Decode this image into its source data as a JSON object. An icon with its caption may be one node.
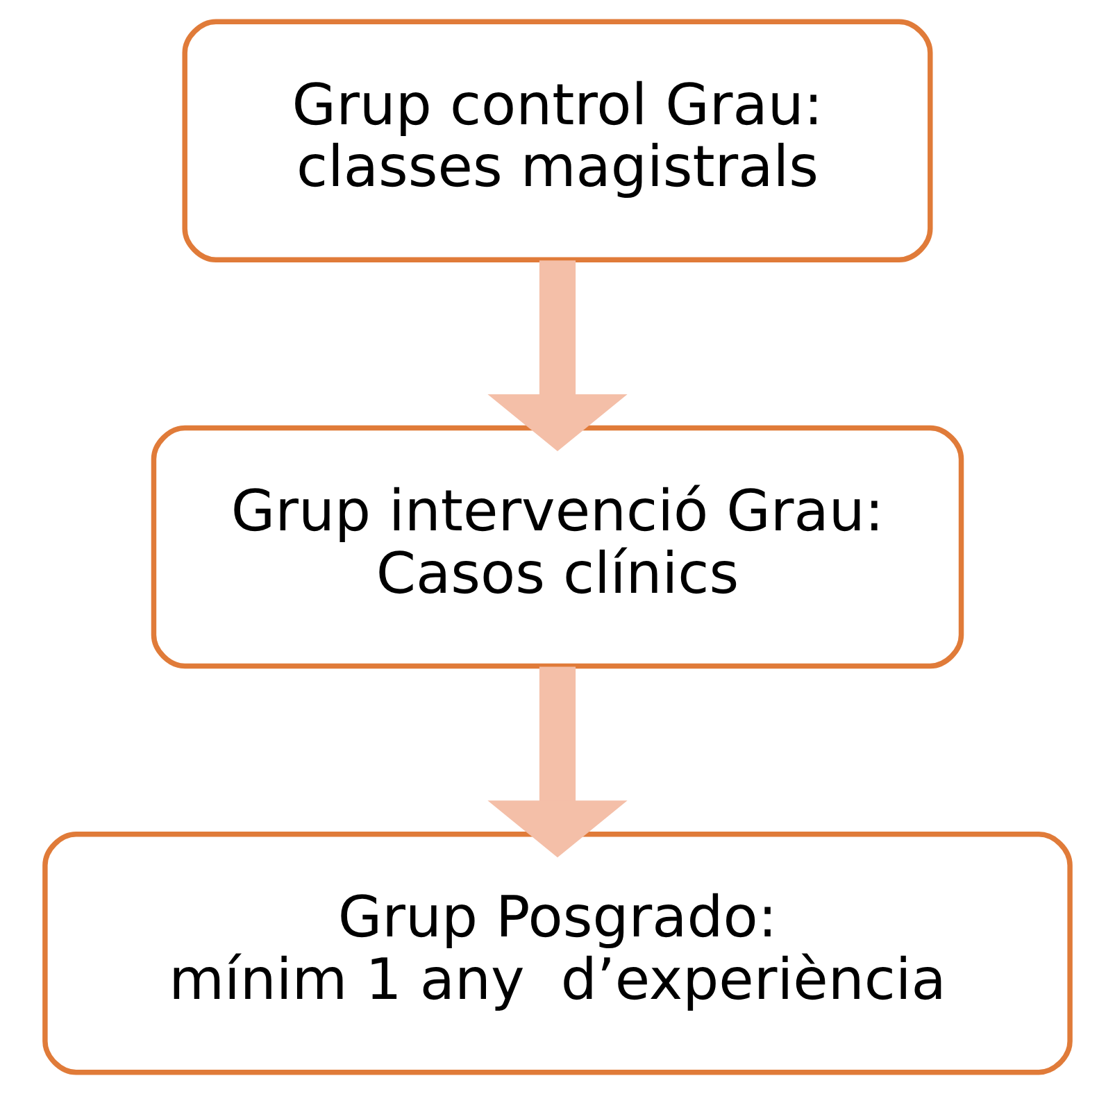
{
  "diagram": {
    "nodes": [
      {
        "text": [
          "Grup control Grau:",
          "classes magistrals"
        ]
      },
      {
        "text": [
          "Grup intervenció Grau:",
          "Casos clínics"
        ]
      },
      {
        "text": [
          "Grup Posgrado:",
          "mínim 1 any  d’experiència"
        ]
      }
    ],
    "edges": [
      {
        "from": 0,
        "to": 1,
        "arrow": "to"
      },
      {
        "from": 1,
        "to": 2,
        "arrow": "to"
      }
    ]
  }
}
